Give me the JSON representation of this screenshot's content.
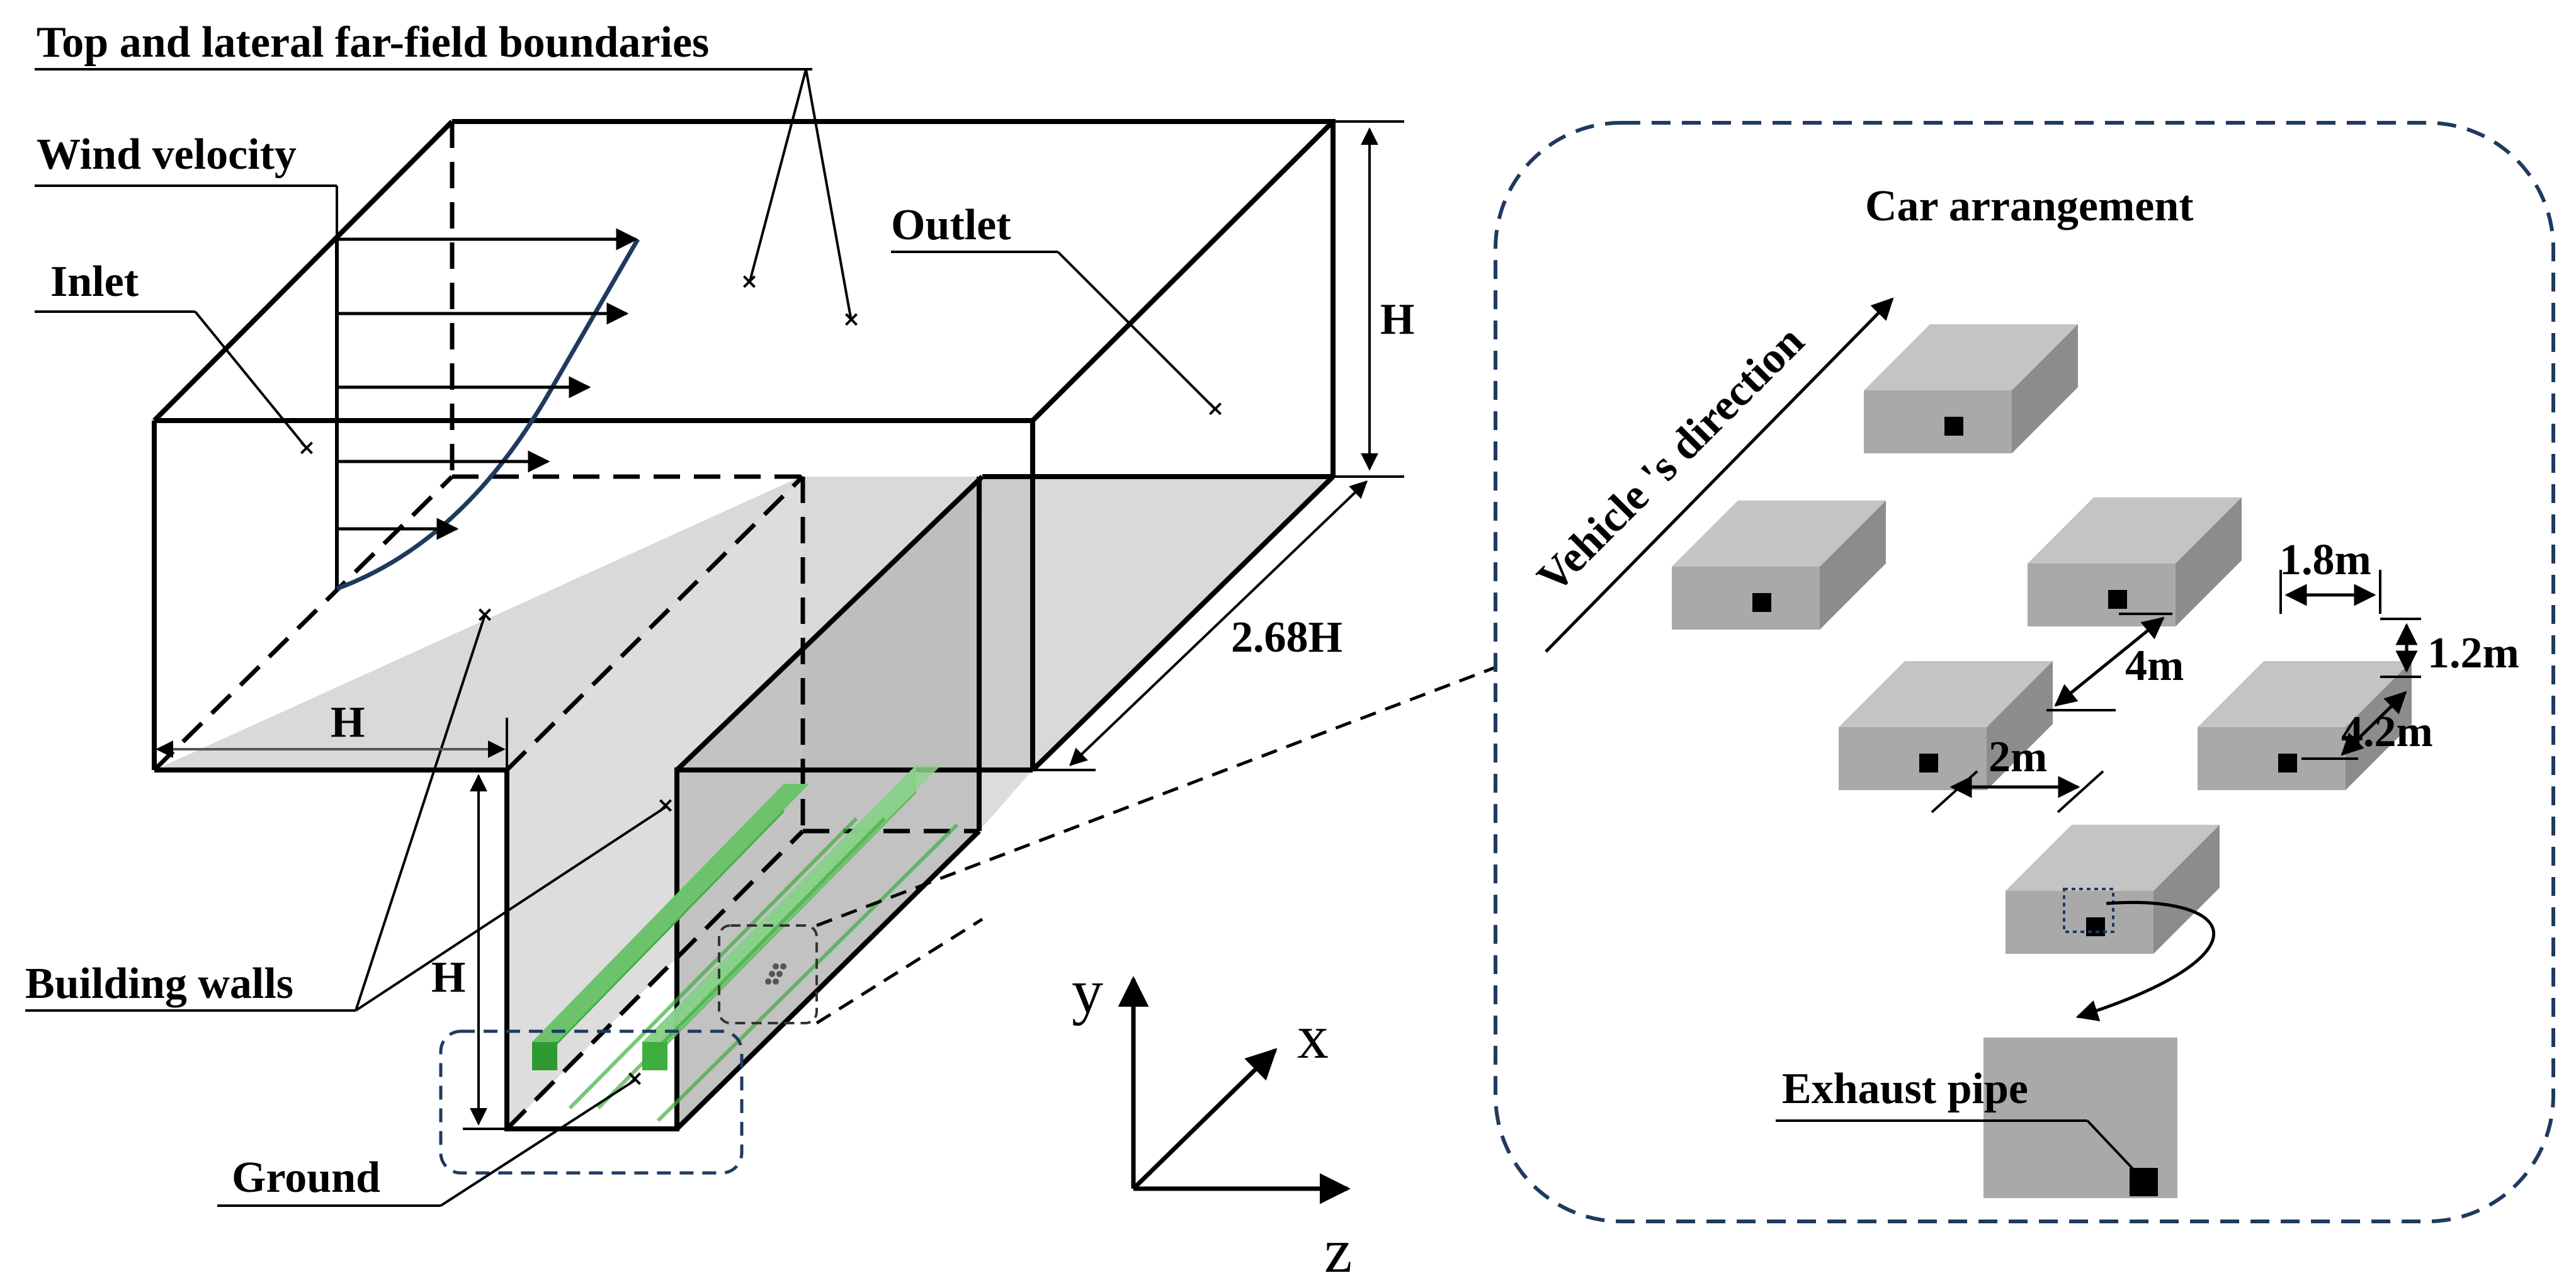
{
  "labels": {
    "top_boundaries": "Top and lateral far-field boundaries",
    "wind_velocity": "Wind velocity",
    "inlet": "Inlet",
    "outlet": "Outlet",
    "building_walls": "Building walls",
    "ground": "Ground",
    "height_top": "H",
    "height_canyon": "H",
    "width_canyon": "H",
    "length": "2.68H",
    "car_arrangement": "Car arrangement",
    "vehicle_direction": "Vehicle 's direction",
    "car_width": "1.8m",
    "car_height": "1.2m",
    "car_length": "4.2m",
    "gap_longitudinal": "4m",
    "gap_lateral": "2m",
    "exhaust_pipe": "Exhaust pipe"
  },
  "axes": {
    "y": "y",
    "x": "x",
    "z": "z"
  },
  "colors": {
    "box_shade": "#d9d9d9",
    "side_shade": "#b8b8b8",
    "green_bar": "#3fae3f",
    "green_bar_light": "#8fd48f",
    "car_top": "#c4c4c4",
    "car_front": "#a9a9a9",
    "car_side": "#8c8c8c",
    "panel_border": "#1f3a5f",
    "wind_profile": "#1f3a5f"
  }
}
